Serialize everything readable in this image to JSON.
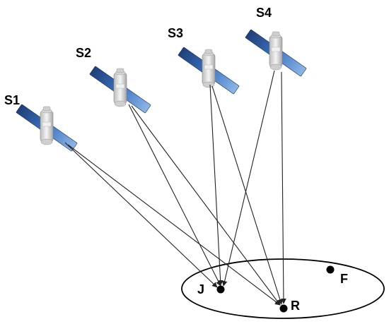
{
  "satellites": [
    {
      "id": "s1",
      "label": "S1"
    },
    {
      "id": "s2",
      "label": "S2"
    },
    {
      "id": "s3",
      "label": "S3"
    },
    {
      "id": "s4",
      "label": "S4"
    }
  ],
  "points": [
    {
      "id": "j",
      "label": "J"
    },
    {
      "id": "r",
      "label": "R"
    },
    {
      "id": "f",
      "label": "F"
    }
  ],
  "colors": {
    "panel_dark": "#1f3f77",
    "panel_mid": "#3b73c2",
    "panel_light": "#8fb6e6",
    "body": "#e6e6e6",
    "line": "#222222"
  }
}
